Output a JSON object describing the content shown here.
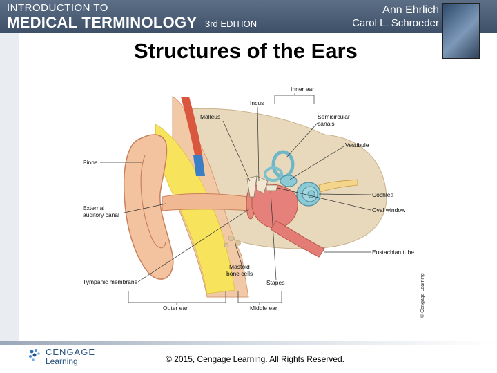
{
  "header": {
    "line1": "INTRODUCTION TO",
    "line2": "MEDICAL TERMINOLOGY",
    "edition": "3rd EDITION",
    "author1": "Ann Ehrlich",
    "author2": "Carol L. Schroeder"
  },
  "slide": {
    "title": "Structures of the Ears"
  },
  "diagram": {
    "labels": {
      "inner_ear": "Inner ear",
      "incus": "Incus",
      "malleus": "Malleus",
      "semicircular_line1": "Semicircular",
      "semicircular_line2": "canals",
      "vestibule": "Vestibule",
      "pinna": "Pinna",
      "cochlea": "Cochlea",
      "external_line1": "External",
      "external_line2": "auditory canal",
      "oval_window": "Oval window",
      "eustachian": "Eustachian tube",
      "mastoid_line1": "Mastoid",
      "mastoid_line2": "bone cells",
      "tympanic": "Tympanic membrane",
      "stapes": "Stapes",
      "outer_ear": "Outer ear",
      "middle_ear": "Middle ear"
    },
    "credit": "© Cengage Learning"
  },
  "footer": {
    "copyright": "© 2015, Cengage Learning. All Rights Reserved.",
    "logo_line1": "CENGAGE",
    "logo_line2": "Learning"
  }
}
